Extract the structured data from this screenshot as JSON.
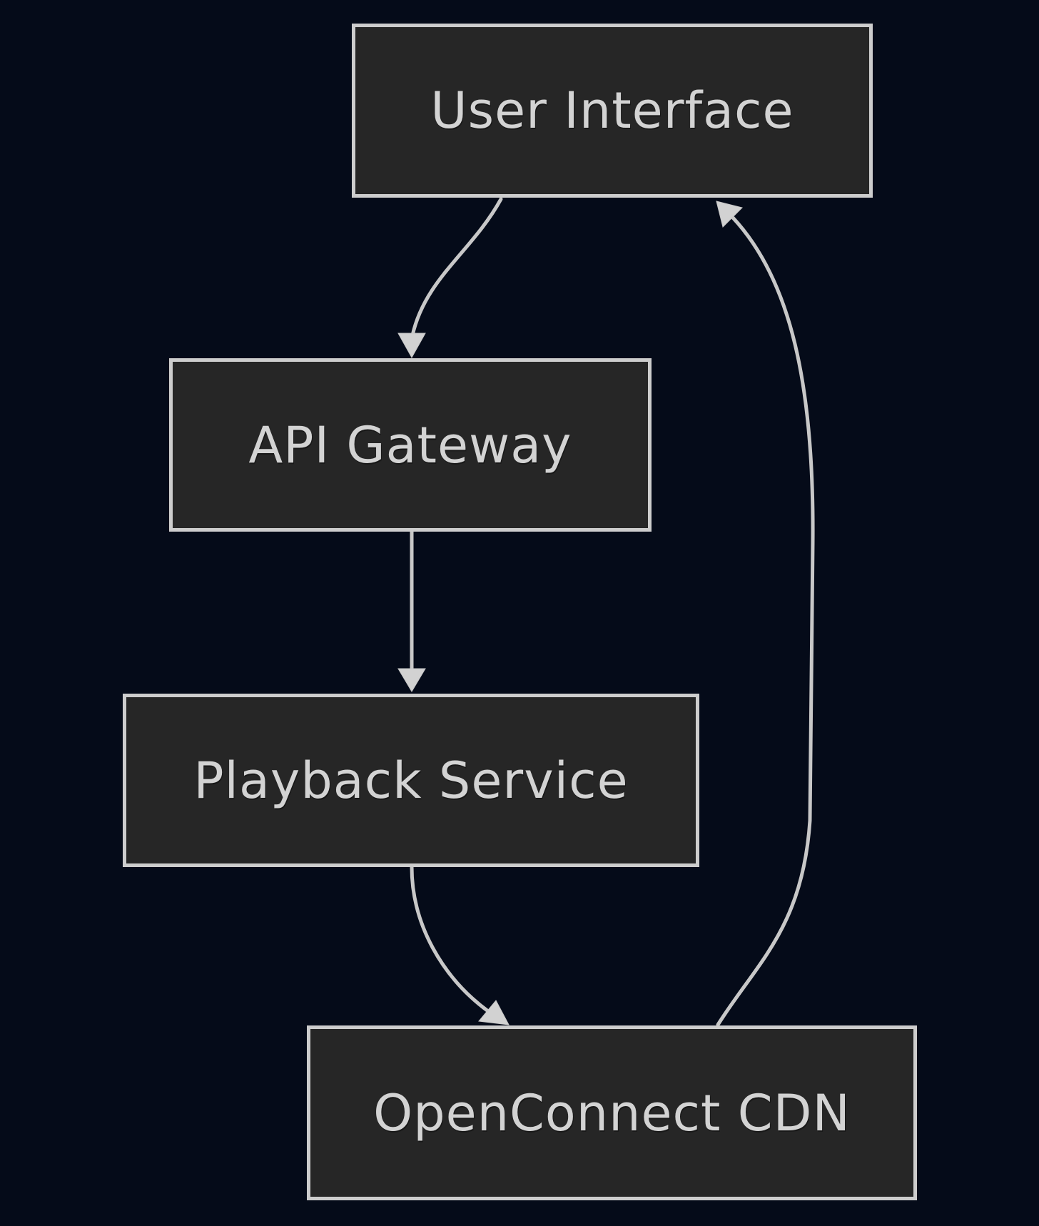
{
  "diagram": {
    "type": "flowchart",
    "direction": "top-down-cycle",
    "nodes": [
      {
        "id": "ui",
        "label": "User Interface"
      },
      {
        "id": "api",
        "label": "API Gateway"
      },
      {
        "id": "playback",
        "label": "Playback Service"
      },
      {
        "id": "cdn",
        "label": "OpenConnect CDN"
      }
    ],
    "edges": [
      {
        "from": "User Interface",
        "to": "API Gateway"
      },
      {
        "from": "API Gateway",
        "to": "Playback Service"
      },
      {
        "from": "Playback Service",
        "to": "OpenConnect CDN"
      },
      {
        "from": "OpenConnect CDN",
        "to": "User Interface"
      }
    ],
    "colors": {
      "background": "#050b19",
      "node_fill": "#262626",
      "node_border": "#cdcdcd",
      "node_text": "#d3d3d3",
      "edge": "#c8c8c8",
      "arrowhead": "#d2d2d2"
    }
  }
}
